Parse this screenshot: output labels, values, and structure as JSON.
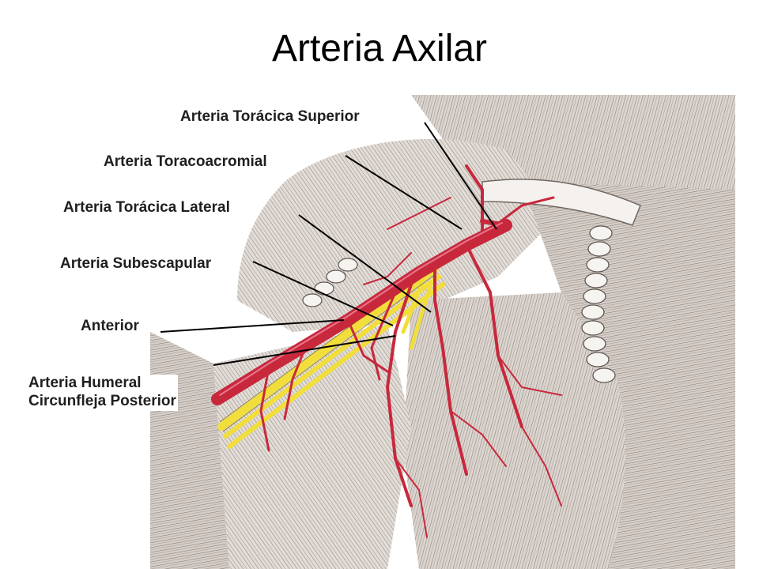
{
  "title": "Arteria Axilar",
  "labels": {
    "toracica_superior": "Arteria Torácica Superior",
    "toracoacromial": "Arteria Toracoacromial",
    "toracica_lateral": "Arteria Torácica Lateral",
    "subescapular": "Arteria Subescapular",
    "anterior": "Anterior",
    "humeral_line1": "Arteria Humeral",
    "humeral_line2": "Circunfleja Posterior"
  },
  "colors": {
    "artery": "#c8283c",
    "nerve": "#f2de3a",
    "muscle": "#d9d2cc",
    "muscle_stroke": "#8a807a"
  }
}
